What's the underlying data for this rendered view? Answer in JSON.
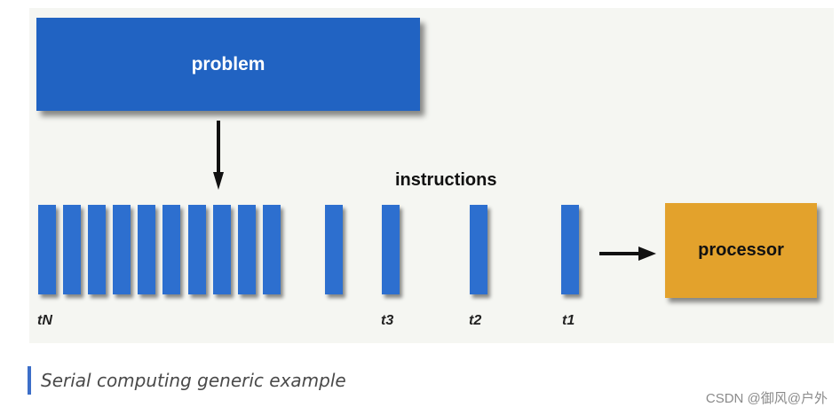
{
  "diagram": {
    "problem_label": "problem",
    "instructions_label": "instructions",
    "processor_label": "processor",
    "time_labels": [
      "tN",
      "t3",
      "t2",
      "t1"
    ],
    "colors": {
      "problem": "#2163c2",
      "instruction_bar": "#2d6fcf",
      "processor": "#e3a22c",
      "background": "#f5f6f2"
    }
  },
  "caption": "Serial computing generic example",
  "watermark": "CSDN @御风@户外"
}
